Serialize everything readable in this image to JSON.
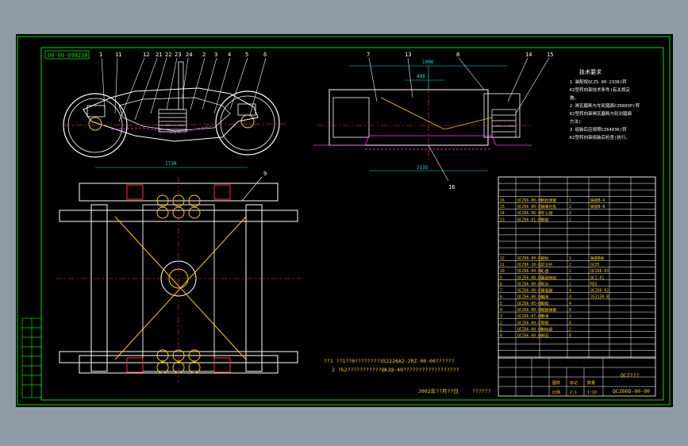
{
  "drawing_code_top": "00-00-098230",
  "colors": {
    "background": "#8e9aa6",
    "sheet": "#000000",
    "border": "#00e000",
    "geometry": "#ffffff",
    "hidden": "#ff40ff",
    "centerline": "#ff3030",
    "dimension": "#00e0e0",
    "highlight": "#ffcc00"
  },
  "side_view_callouts": [
    "1",
    "11",
    "12",
    "21",
    "22",
    "23",
    "24",
    "2",
    "3",
    "4",
    "5",
    "6"
  ],
  "side_view_dimension": "1730",
  "section_view_callouts": [
    "7",
    "13",
    "8",
    "14",
    "15"
  ],
  "section_view_dimensions": [
    "1006",
    "408",
    "2135"
  ],
  "section_callout_bottom": "16",
  "plan_callout_right": "9",
  "tech_title": "技术要求",
  "tech_notes": [
    "1 装配按QCZS-00-2338(转",
    "K2型转向架技术条件)有关规定",
    "施。",
    "2 闸瓦磨耗与车轮踏面CZ6803P(转",
    "K2型转向架闸瓦磨耗与轮对踏面",
    "方法)",
    "3 组装后应按照CZ6403K(转",
    "K2型转向架组装后检查)执行。"
  ],
  "bom_rows_group1": [
    [
      "16",
      "QCZ66-00-00",
      "摇枕弹簧",
      "1",
      "铸钢B-A",
      ""
    ],
    [
      "15",
      "QCZ66-00-03",
      "弹簧托板",
      "2",
      "铸钢B-B",
      "",
      ""
    ],
    [
      "14",
      "QCZ66-06-00",
      "下心盘",
      "1",
      "",
      ""
    ],
    [
      "13",
      "QCZ66-01-00",
      "侧架",
      "2",
      "",
      ""
    ]
  ],
  "bom_rows_group2": [
    [
      "12",
      "QCZ66-00-02",
      "摇枕",
      "1",
      "铸钢B级",
      ""
    ],
    [
      "11",
      "QCZ66-10-02",
      "交叉杆",
      "2",
      "Q235",
      ""
    ],
    [
      "10",
      "QCZ66-04-00",
      "心盘",
      "2",
      "QCZ66-03",
      ""
    ],
    [
      "9",
      "QCZ66-08-00",
      "基础制动",
      "1",
      "QCZ-01",
      ""
    ],
    [
      "8",
      "QCZ66-00-05",
      "轮对",
      "2",
      "RD2",
      ""
    ],
    [
      "7",
      "QCZ66-00-01",
      "承载鞍",
      "4",
      "QCZ66-02",
      ""
    ],
    [
      "6",
      "QCZ66-00-04",
      "轴承",
      "4",
      "353130-B",
      ""
    ]
  ],
  "bom_rows_group3": [
    [
      "5",
      "QCZ66-05-00",
      "斜楔",
      "4",
      "",
      ""
    ],
    [
      "4",
      "QCZ66-00-06",
      "减振弹簧",
      "8",
      "",
      ""
    ],
    [
      "3",
      "QCZ66-07-00",
      "旁承",
      "2",
      "",
      ""
    ],
    [
      "2",
      "QCZ66-00-07",
      "导框",
      "8",
      "",
      ""
    ],
    [
      "1",
      "QCZ66-00-08",
      "制动梁",
      "2",
      "",
      ""
    ],
    [
      "0",
      "QCZ66-09-00",
      "闸瓦",
      "8",
      "",
      ""
    ]
  ],
  "plan_note_lines": [
    "??1 ??1??0????????352226A2-2RZ-00-00??????",
    "2 ?k2???????????@k2@-40??????????????????"
  ],
  "footer_left": "2002年??月??日",
  "footer_mid": "??????",
  "title_block_name": "QCZ???",
  "title_block_code": "QCZ66D-00-00",
  "title_block_cells": [
    "图样",
    "标记",
    "数量",
    "比例",
    "2:1",
    "1:10"
  ]
}
